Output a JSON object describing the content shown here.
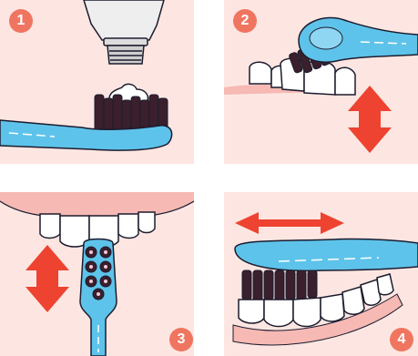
{
  "colors": {
    "panel_bg": "#fde6e2",
    "gum": "#f6b9b4",
    "brush_blue": "#5ec3ea",
    "brush_outline": "#1c1c2e",
    "bristle": "#3a1f2c",
    "arrow_red": "#ee4330",
    "badge": "#f07560",
    "tube": "#eeeeee"
  },
  "steps": [
    {
      "number": "1",
      "description_icon": "toothpaste-on-brush"
    },
    {
      "number": "2",
      "description_icon": "brush-upper-teeth-vertical"
    },
    {
      "number": "3",
      "description_icon": "brush-front-teeth-vertical"
    },
    {
      "number": "4",
      "description_icon": "brush-lower-teeth-horizontal"
    }
  ]
}
